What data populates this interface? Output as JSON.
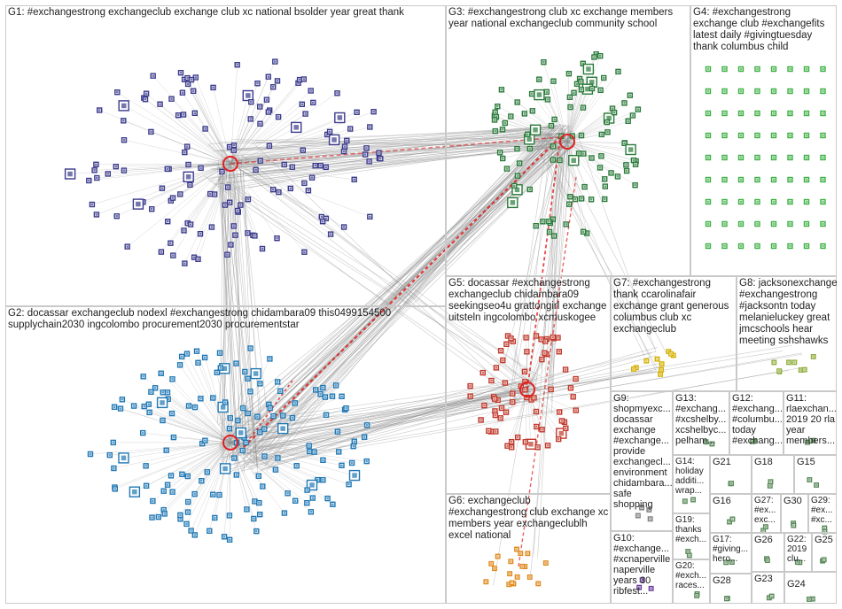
{
  "groups": [
    {
      "id": "g1",
      "label": "G1: #exchangestrong exchangeclub exchange club xc national bsolder year great thank"
    },
    {
      "id": "g2",
      "label": "G2: docassar exchangeclub nodexl #exchangestrong chidambara09 this0499154500 supplychain2030 ingcolombo procurement2030 procurementstar"
    },
    {
      "id": "g3",
      "label": "G3: #exchangestrong club xc exchange members year national exchangeclub community school"
    },
    {
      "id": "g4",
      "label": "G4: #exchangestrong exchange club #exchangefits latest daily #givingtuesday thank columbus child"
    },
    {
      "id": "g5",
      "label": "G5: docassar #exchangestrong exchangeclub chidambara09 seekingseo4u grattongirl exchange uitsteln ingcolombo xcmuskogee"
    },
    {
      "id": "g6",
      "label": "G6: exchangeclub #exchangestrong club exchange xc members year exchangeclublh excel national"
    },
    {
      "id": "g7",
      "label": "G7: #exchangestrong thank ccarolinafair exchange grant generous columbus club xc exchangeclub"
    },
    {
      "id": "g8",
      "label": "G8: jacksonexchange #exchangestrong #jacksontn today melanieluckey great jmcschools hear meeting sshshawks"
    },
    {
      "id": "g9",
      "label": "G9: shopmyexc... docassar exchange #exchange... provide exchangecl... environment chidambara... safe shopping"
    },
    {
      "id": "g10",
      "label": "G10: #exchange... #xcnaperville naperville years 30 ribfest..."
    },
    {
      "id": "g11",
      "label": "G11: rlaexchan... 2019 20 rla year members..."
    },
    {
      "id": "g12",
      "label": "G12: #exchang... #columbu... today #exchang..."
    },
    {
      "id": "g13",
      "label": "G13: #exchang... #xcshelby... xcshelbyc... pelham..."
    },
    {
      "id": "g14",
      "label": "G14: holiday additi... wrap..."
    },
    {
      "id": "g15",
      "label": "G15"
    },
    {
      "id": "g16",
      "label": "G16"
    },
    {
      "id": "g17",
      "label": "G17: #giving... hero..."
    },
    {
      "id": "g18",
      "label": "G18"
    },
    {
      "id": "g19",
      "label": "G19: thanks #exch..."
    },
    {
      "id": "g20",
      "label": "G20: #exch... races..."
    },
    {
      "id": "g21",
      "label": "G21"
    },
    {
      "id": "g22",
      "label": "G22: 2019 clu..."
    },
    {
      "id": "g23",
      "label": "G23"
    },
    {
      "id": "g24",
      "label": "G24"
    },
    {
      "id": "g25",
      "label": "G25"
    },
    {
      "id": "g26",
      "label": "G26"
    },
    {
      "id": "g27",
      "label": "G27: #ex... exc..."
    },
    {
      "id": "g28",
      "label": "G28"
    },
    {
      "id": "g29",
      "label": "G29: #ex... #xc..."
    },
    {
      "id": "g30",
      "label": "G30"
    }
  ],
  "colors": {
    "g1": "#3a3a8c",
    "g2": "#1f77b4",
    "g3": "#2a7a3a",
    "g4": "#3cb043",
    "g5": "#c0392b",
    "g6": "#e08a1e",
    "g7": "#d4b000",
    "g8": "#8fae3c",
    "g9": "#7f7f7f",
    "g10": "#6a3d9a",
    "edge": "#8c8c8c",
    "edge_red": "#e02020",
    "box": "#c9c9c9"
  }
}
